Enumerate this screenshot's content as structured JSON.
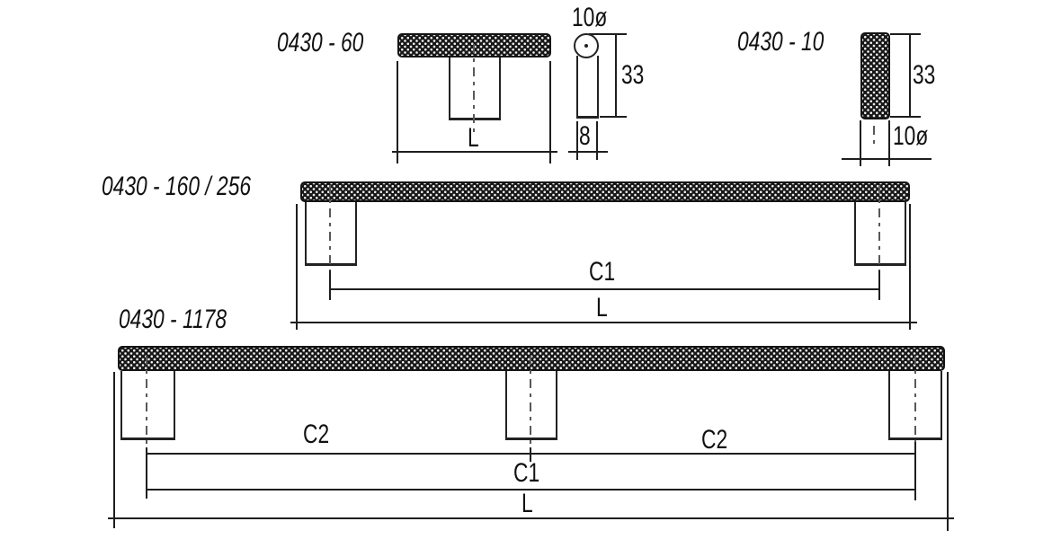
{
  "colors": {
    "background": "#ffffff",
    "line": "#1e1e1e",
    "centerline": "#595959",
    "knurl_base": "#181818",
    "knurl_dot": "#f5f5f5"
  },
  "drawings": {
    "d0430_60": {
      "code": "0430 - 60",
      "length_label": "L",
      "side_view": {
        "diameter_label": "10ø",
        "height_label": "33",
        "neck_width_label": "8"
      }
    },
    "d0430_10": {
      "code": "0430 - 10",
      "height_label": "33",
      "diameter_label": "10ø"
    },
    "d0430_160_256": {
      "code": "0430 - 160 / 256",
      "centers_label": "C1",
      "length_label": "L"
    },
    "d0430_1178": {
      "code": "0430 - 1178",
      "c2_left_label": "C2",
      "c2_right_label": "C2",
      "centers_label": "C1",
      "length_label": "L"
    }
  }
}
